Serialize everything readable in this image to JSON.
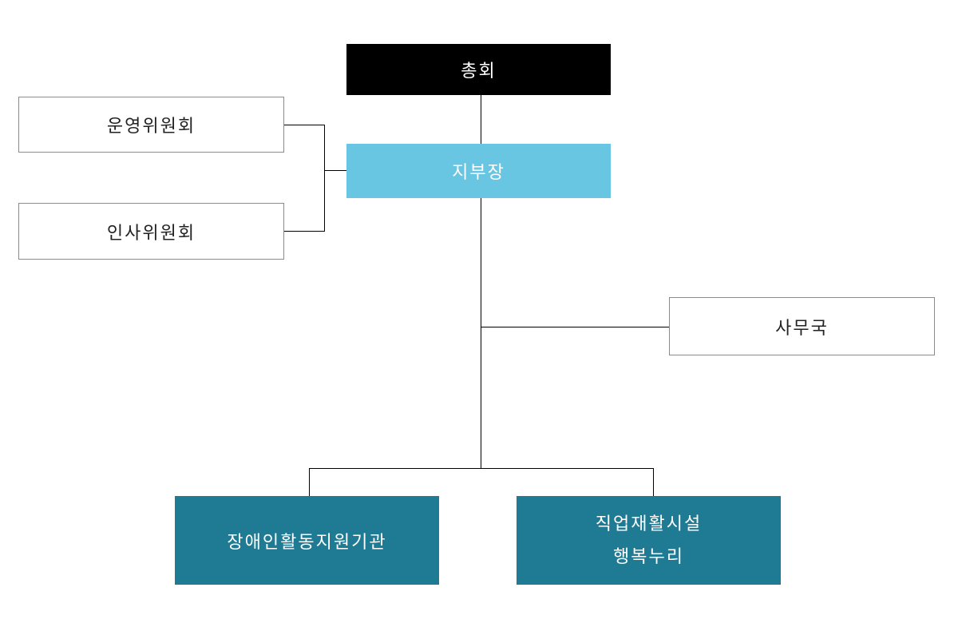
{
  "org_chart": {
    "general_assembly": "총회",
    "branch_head": "지부장",
    "operating_committee": "운영위원회",
    "personnel_committee": "인사위원회",
    "secretariat": "사무국",
    "activity_support_center": "장애인활동지원기관",
    "vocational_facility": {
      "line1": "직업재활시설",
      "line2": "행복누리"
    }
  },
  "colors": {
    "assembly_bg": "#000000",
    "branch_head_bg": "#68c6e2",
    "institution_bg": "#1f7a94",
    "outline_border": "#8a8a8a",
    "connector": "#000000"
  }
}
